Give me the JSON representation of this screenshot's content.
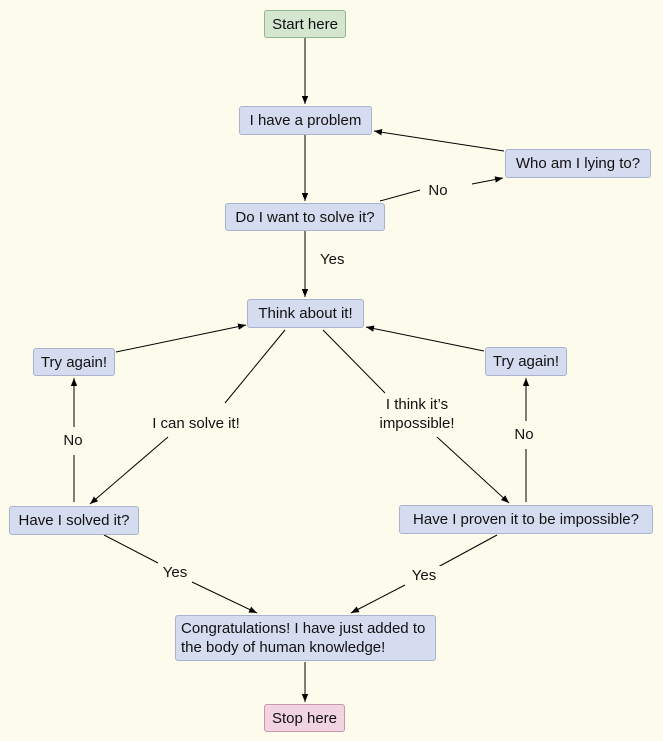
{
  "nodes": {
    "start": "Start here",
    "problem": "I have a problem",
    "lying": "Who am I lying to?",
    "solve_q": "Do I want to solve it?",
    "think": "Think about it!",
    "try_left": "Try again!",
    "try_right": "Try again!",
    "solved_q": "Have I solved it?",
    "proven_q": "Have I proven it to be impossible?",
    "congrats": "Congratulations! I have just added to the body of human knowledge!",
    "stop": "Stop here"
  },
  "edge_labels": {
    "no_lying": "No",
    "yes_think": "Yes",
    "can_solve": "I can solve it!",
    "impossible": "I think it’s impossible!",
    "no_left": "No",
    "no_right": "No",
    "yes_left": "Yes",
    "yes_right": "Yes"
  },
  "colors": {
    "node_fill": "#d6dcef",
    "node_border": "#a9b2cf",
    "start_fill": "#d4e6cf",
    "stop_fill": "#f2d3e2",
    "background": "#fdfbec",
    "edge": "#000000"
  }
}
